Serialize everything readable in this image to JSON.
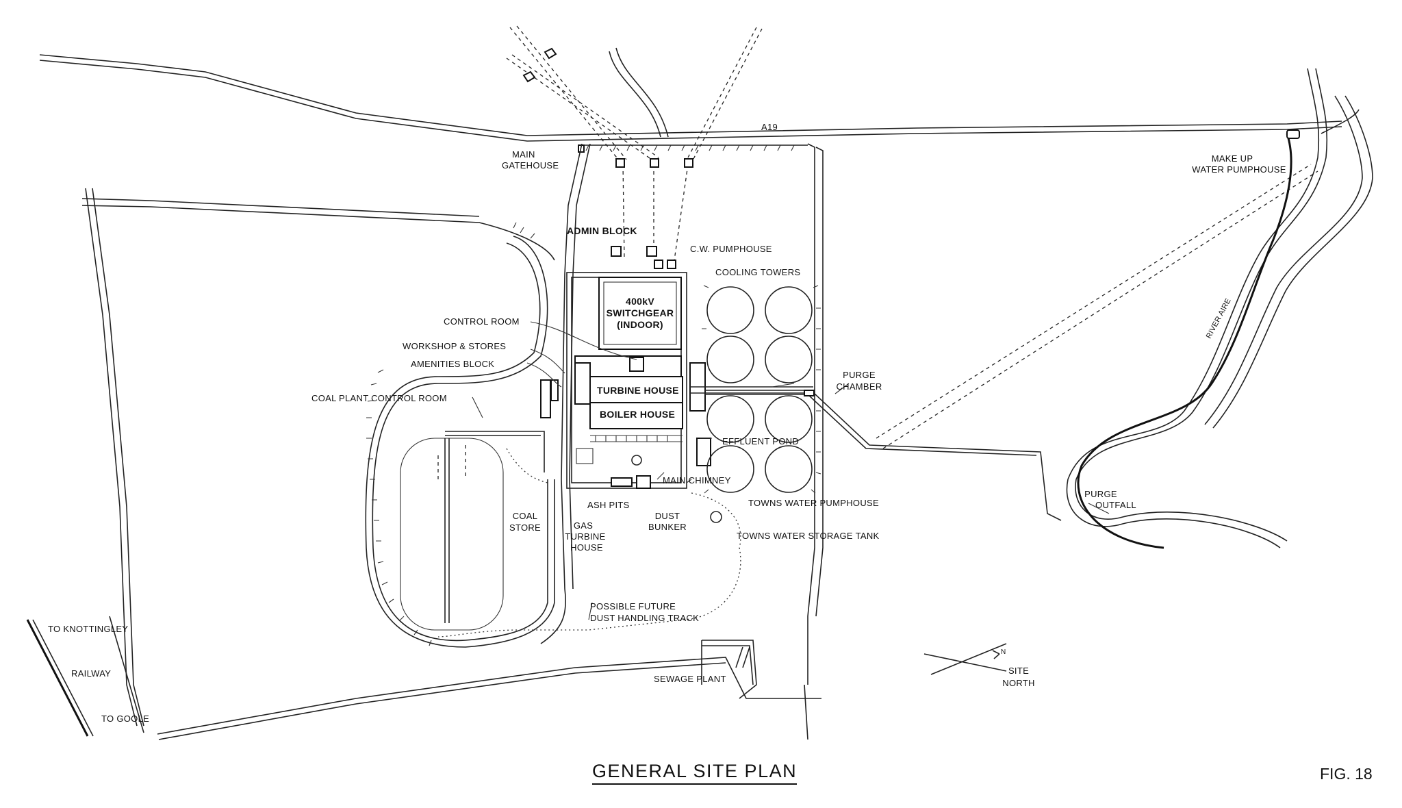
{
  "title": "GENERAL SITE PLAN",
  "figure": "FIG. 18",
  "labels": {
    "road": "A19",
    "main_gatehouse_1": "MAIN",
    "main_gatehouse_2": "GATEHOUSE",
    "admin_block": "ADMIN BLOCK",
    "cw_pumphouse": "C.W. PUMPHOUSE",
    "cooling_towers": "COOLING TOWERS",
    "switchgear_1": "400kV",
    "switchgear_2": "SWITCHGEAR",
    "switchgear_3": "(INDOOR)",
    "control_room": "CONTROL ROOM",
    "workshop_stores": "WORKSHOP & STORES",
    "amenities_block": "AMENITIES BLOCK",
    "coal_plant_control_room": "COAL PLANT CONTROL ROOM",
    "turbine_house": "TURBINE HOUSE",
    "boiler_house": "BOILER HOUSE",
    "effluent_pond": "EFFLUENT POND",
    "main_chimney": "MAIN CHIMNEY",
    "ash_pits": "ASH PITS",
    "dust_bunker_1": "DUST",
    "dust_bunker_2": "BUNKER",
    "coal_store_1": "COAL",
    "coal_store_2": "STORE",
    "gas_turbine_1": "GAS",
    "gas_turbine_2": "TURBINE",
    "gas_turbine_3": "HOUSE",
    "towns_water_pumphouse": "TOWNS WATER PUMPHOUSE",
    "towns_water_storage_tank": "TOWNS WATER STORAGE TANK",
    "purge_chamber_1": "PURGE",
    "purge_chamber_2": "CHAMBER",
    "purge_outfall_1": "PURGE",
    "purge_outfall_2": "OUTFALL",
    "make_up_1": "MAKE UP",
    "make_up_2": "WATER PUMPHOUSE",
    "river": "RIVER AIRE",
    "future_track_1": "POSSIBLE FUTURE",
    "future_track_2": "DUST HANDLING TRACK",
    "sewage_plant": "SEWAGE PLANT",
    "site_north_1": "SITE",
    "site_north_2": "NORTH",
    "north_n": "N",
    "to_knottingley": "TO KNOTTINGLEY",
    "railway": "RAILWAY",
    "to_goole": "TO GOOLE"
  }
}
